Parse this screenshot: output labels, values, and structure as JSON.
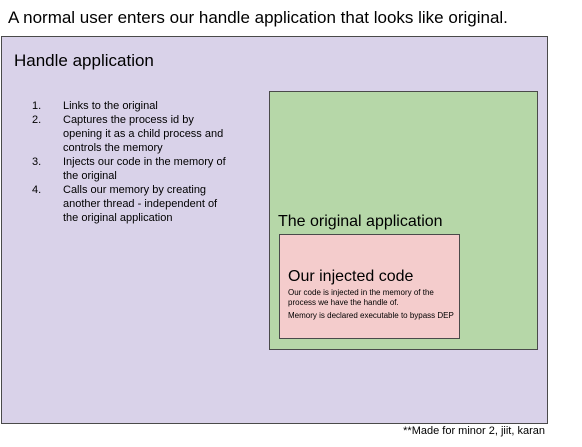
{
  "heading": "A normal user enters our handle application that looks like original.",
  "handle_app": {
    "title": "Handle application",
    "steps": [
      {
        "num": "1.",
        "text": "Links to the original"
      },
      {
        "num": "2.",
        "text": "Captures the process id by opening it as a child process and controls the memory"
      },
      {
        "num": "3.",
        "text": "Injects our code in the memory of the original"
      },
      {
        "num": "4.",
        "text": "Calls our memory by creating another thread - independent of the original application"
      }
    ]
  },
  "original_app": {
    "title": "The original application"
  },
  "injected_code": {
    "title": "Our injected code",
    "text1": "Our code is injected in the memory of the process we have the handle of.",
    "text2": "Memory is declared executable to bypass DEP"
  },
  "footer": "**Made for minor 2, jiit, karan",
  "colors": {
    "handle_fill": "#d9d2e9",
    "original_fill": "#b6d7a8",
    "injected_fill": "#f4cccc"
  }
}
